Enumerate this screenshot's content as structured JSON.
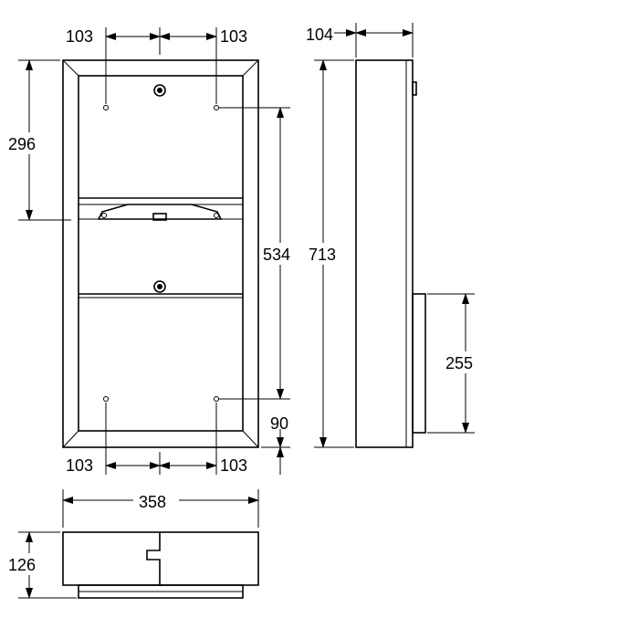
{
  "dimensions": {
    "front_top_left_offset": "103",
    "front_top_right_offset": "103",
    "front_upper_height": "296",
    "front_hole_spacing_vertical": "534",
    "front_bottom_offset": "90",
    "front_bottom_left_offset": "103",
    "front_bottom_right_offset": "103",
    "side_depth": "104",
    "side_total_height": "713",
    "side_lower_height": "255",
    "top_width": "358",
    "top_depth": "126"
  }
}
